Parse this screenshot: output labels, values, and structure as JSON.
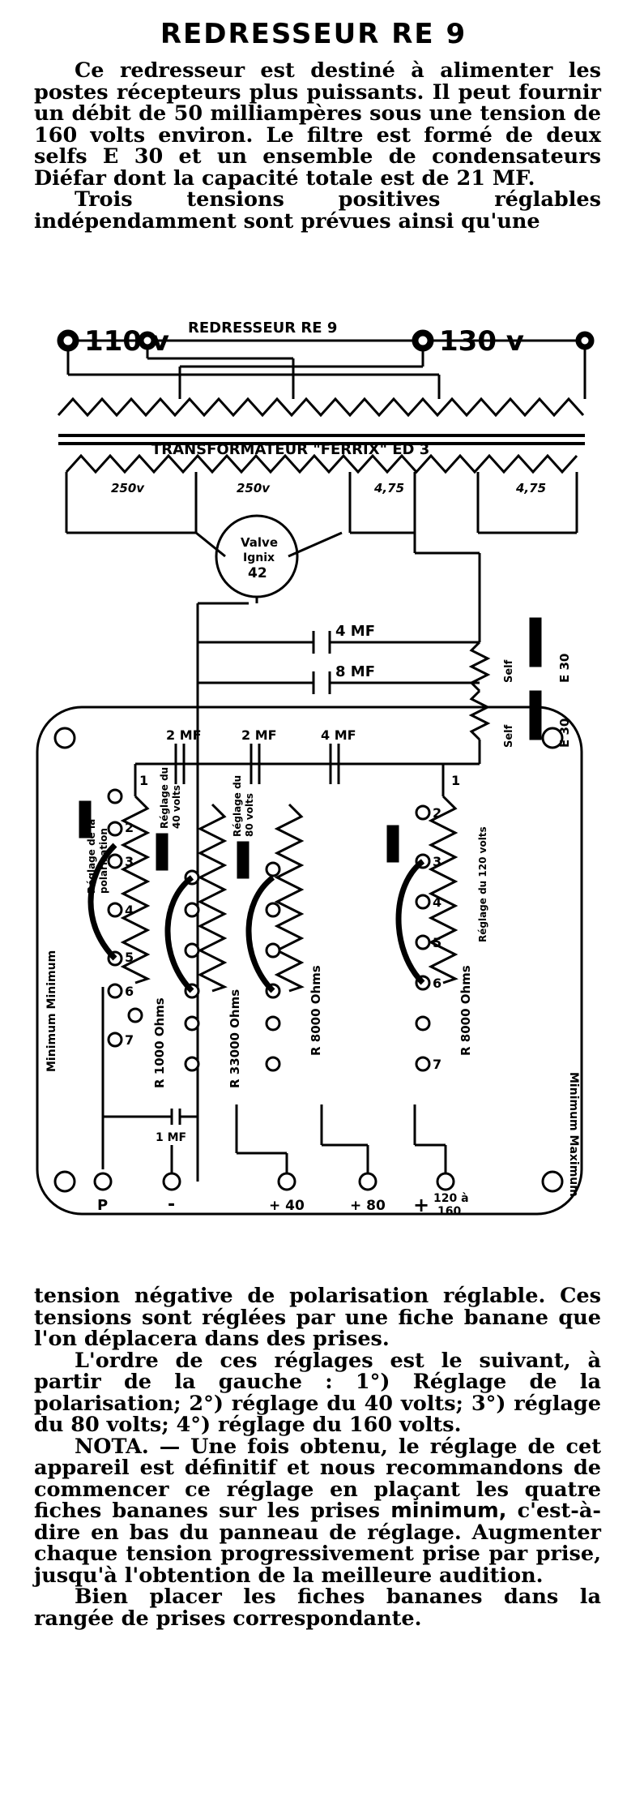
{
  "title": "REDRESSEUR RE 9",
  "intro": [
    "Ce redresseur est destiné à alimenter les postes récepteurs plus puissants. Il peut fournir un débit de 50 milliampères sous une tension de 160 volts environ. Le filtre est formé de deux selfs E 30 et un ensemble de condensateurs Diéfar dont la capacité totale est de 21 MF.",
    "Trois tensions positives réglables indépendamment sont prévues ainsi qu'une"
  ],
  "diagram": {
    "input_left": "110 v",
    "input_right": "130 v",
    "header_label": "REDRESSEUR RE 9",
    "transformer_label": "TRANSFORMATEUR \"FERRIX\" ED 3",
    "winding_1": "250v",
    "winding_2": "250v",
    "winding_3": "4,75",
    "winding_4": "4,75",
    "valve_line1": "Valve",
    "valve_line2": "Ignix",
    "valve_line3": "42",
    "cap_4mf": "4 MF",
    "cap_8mf": "8 MF",
    "self_label": "Self",
    "self_type": "E 30",
    "cap_2mf_a": "2 MF",
    "cap_2mf_b": "2 MF",
    "cap_4mf_b": "4 MF",
    "cap_1mf": "1 MF",
    "reg_polar": [
      "Réglage de la",
      "polarisation"
    ],
    "reg_40": [
      "Réglage du",
      "40 volts"
    ],
    "reg_80": [
      "Réglage du",
      "80 volts"
    ],
    "reg_120": "Réglage du 120 volts",
    "res_1": "R 1000 Ohms",
    "res_2": "R 33000 Ohms",
    "res_3": "R 8000 Ohms",
    "res_4": "R 8000 Ohms",
    "minimum": "Minimum Minimum",
    "maximum": "Minimum Maximum",
    "terminal_p": "P",
    "terminal_minus": "-",
    "terminal_40": "+ 40",
    "terminal_80": "+ 80",
    "terminal_plus": "+",
    "terminal_120": [
      "120 à",
      "160"
    ],
    "tap_numbers": [
      "1",
      "2",
      "3",
      "4",
      "5",
      "6",
      "7"
    ]
  },
  "outro": [
    "tension négative de polarisation réglable. Ces tensions sont réglées par une fiche banane que l'on déplacera dans des prises.",
    "L'ordre de ces réglages est le suivant, à partir de la gauche : 1°) Réglage de la polarisation; 2°) réglage du 40 volts; 3°) réglage du 80 volts; 4°) réglage du 160 volts.",
    "NOTA. — Une fois obtenu, le réglage de cet appareil est définitif et nous recommandons de commencer ce réglage en plaçant les quatre fiches bananes sur les prises",
    "minimum,",
    "c'est-à-dire en bas du panneau de réglage. Augmenter chaque tension progressivement prise par prise, jusqu'à l'obtention de la meilleure audition.",
    "Bien placer les fiches bananes dans la rangée de prises correspondante."
  ]
}
